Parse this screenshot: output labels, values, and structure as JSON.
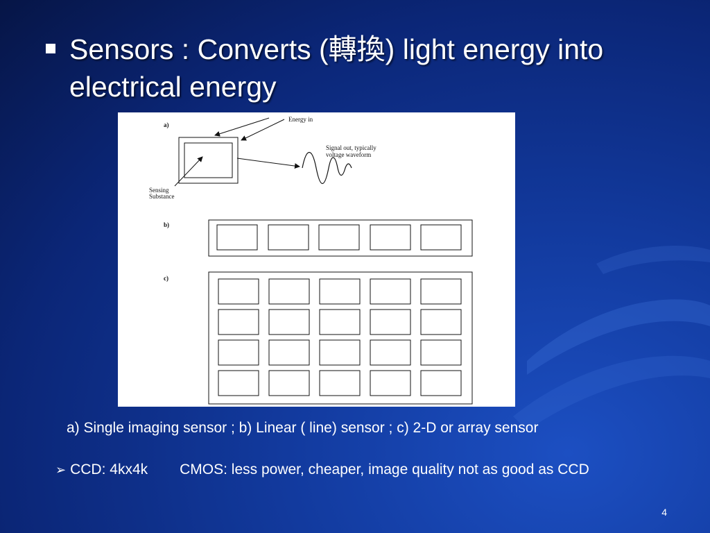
{
  "slide": {
    "title_line1": "Sensors : Converts (轉換) light energy into",
    "title_line2": "electrical energy",
    "caption": "a) Single imaging sensor ; b) Linear ( line) sensor ; c) 2-D or array sensor",
    "note_ccd": "CCD: 4kx4k",
    "note_cmos": "CMOS: less power, cheaper, image quality not as good as CCD",
    "page_number": "4"
  },
  "figure": {
    "label_a": "a)",
    "label_b": "b)",
    "label_c": "c)",
    "energy_in": "Energy in",
    "signal_out_line1": "Signal out, typically",
    "signal_out_line2": "voltage waveform",
    "sensing_line1": "Sensing",
    "sensing_line2": "Substance"
  },
  "theme": {
    "background": "#0b2677",
    "text": "#ffffff"
  }
}
